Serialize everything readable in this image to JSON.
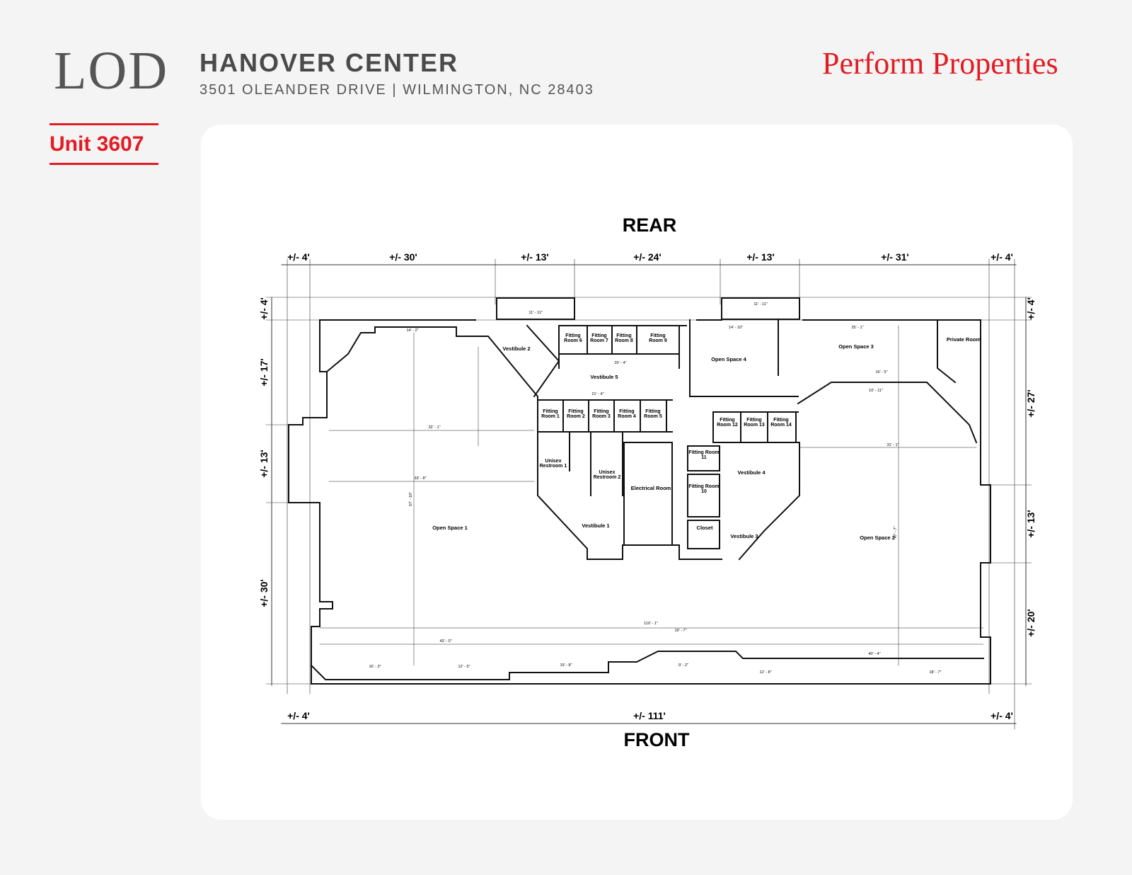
{
  "header": {
    "logo": "LOD",
    "title": "HANOVER CENTER",
    "address": "3501 OLEANDER DRIVE  |  WILMINGTON, NC 28403",
    "brand": "Perform Properties",
    "unit": "Unit 3607"
  },
  "plan": {
    "rear": "REAR",
    "front": "FRONT",
    "top_dims": [
      "+/- 4'",
      "+/- 30'",
      "+/- 13'",
      "+/- 24'",
      "+/- 13'",
      "+/- 31'",
      "+/- 4'"
    ],
    "bottom_dims": [
      "+/- 4'",
      "+/- 111'",
      "+/- 4'"
    ],
    "left_dims": [
      "+/- 4'",
      "+/- 17'",
      "+/- 13'",
      "+/- 30'"
    ],
    "right_dims": [
      "+/- 4'",
      "+/- 27'",
      "+/- 13'",
      "+/- 20'"
    ],
    "rooms": [
      "Open Space 1",
      "Open Space 2",
      "Open Space 3",
      "Open Space 4",
      "Vestibule 1",
      "Vestibule 2",
      "Vestibule 3",
      "Vestibule 4",
      "Vestibule 5",
      "Fitting Room 1",
      "Fitting Room 2",
      "Fitting Room 3",
      "Fitting Room 4",
      "Fitting Room 5",
      "Fitting Room 6",
      "Fitting Room 7",
      "Fitting Room 8",
      "Fitting Room 9",
      "Fitting Room 10",
      "Fitting Room 11",
      "Fitting Room 12",
      "Fitting Room 13",
      "Fitting Room 14",
      "Unisex Restroom 1",
      "Unisex Restroom 2",
      "Electrical Room",
      "Closet",
      "Private Room"
    ],
    "inner_dims": [
      "14' - 2\"",
      "11' - 11\"",
      "11' - 11\"",
      "14' - 10\"",
      "25' - 1\"",
      "32' - 1\"",
      "33' - 8\"",
      "57' - 10\"",
      "31' - 1\"",
      "47' - 7\"",
      "110' - 1\"",
      "43' - 0\"",
      "40' - 4\"",
      "21' - 4\"",
      "20' - 4\"",
      "16' - 5\"",
      "10' - 11\"",
      "19' - 7\"",
      "16' - 3\"",
      "12' - 5\"",
      "19' - 8\"",
      "9' - 2\"",
      "12' - 8\"",
      "18' - 7\""
    ]
  }
}
